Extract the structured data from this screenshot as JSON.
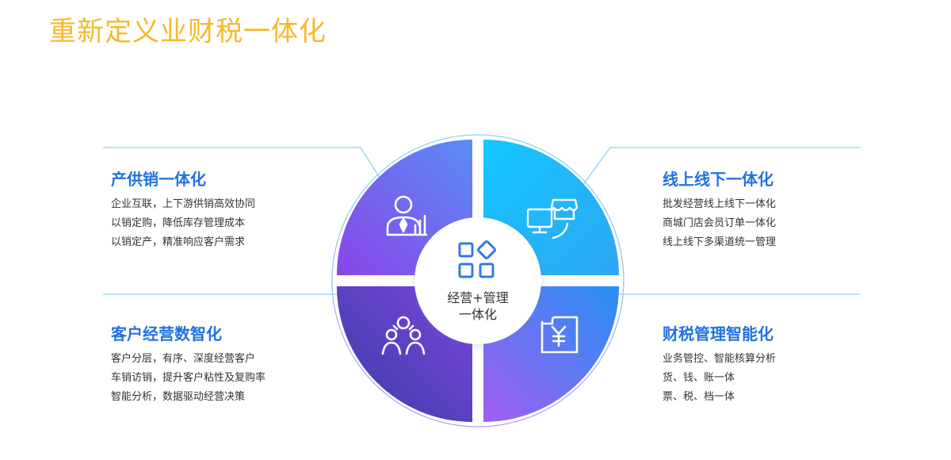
{
  "title": "重新定义业财税一体化",
  "center": {
    "line1": "经营+管理",
    "line2": "一体化"
  },
  "blocks": [
    {
      "title": "产供销一体化",
      "lines": [
        "企业互联，上下游供销高效协同",
        "以销定购，降低库存管理成本",
        "以销定产，精准响应客户需求"
      ],
      "icon": "business-person-chart-icon"
    },
    {
      "title": "线上线下一体化",
      "lines": [
        "批发经营线上线下一体化",
        "商城门店会员订单一体化",
        "线上线下多渠道统一管理"
      ],
      "icon": "monitor-store-icon"
    },
    {
      "title": "客户经营数智化",
      "lines": [
        "客户分层，有序、深度经营客户",
        "车销访销，提升客户粘性及复购率",
        "智能分析，数据驱动经营决策"
      ],
      "icon": "people-network-icon"
    },
    {
      "title": "财税管理智能化",
      "lines": [
        "业务管控、智能核算分析",
        "货、钱、账一体",
        "票、税、档一体"
      ],
      "icon": "yuan-folder-icon"
    }
  ],
  "colors": {
    "title": "#f5b92a",
    "heading": "#2272e0",
    "connector": "#8fd3f0",
    "quadrant_tl": [
      "#5a8cf5",
      "#8a45e8"
    ],
    "quadrant_tr": [
      "#12c7ff",
      "#2fa6f3"
    ],
    "quadrant_bl": [
      "#3b3da8",
      "#7b45db"
    ],
    "quadrant_br": [
      "#a25ef2",
      "#2690f3"
    ]
  },
  "center_icon": "apps-grid-icon"
}
